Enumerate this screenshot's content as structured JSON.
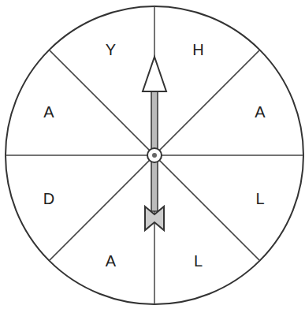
{
  "diagram": {
    "labels": [
      "Y",
      "H",
      "A",
      "L",
      "L",
      "A",
      "D",
      "A"
    ]
  }
}
